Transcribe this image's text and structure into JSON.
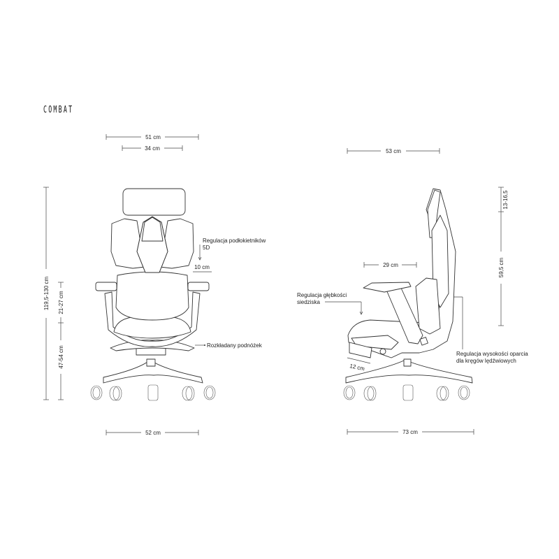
{
  "title": "COMBAT",
  "front_view": {
    "width_total": "51 cm",
    "width_back": "34 cm",
    "height_total": "119,5-130 cm",
    "armrest_height": "21-27 cm",
    "seat_height": "47-54 cm",
    "armrest_label_line1": "Regulacja podłokietników",
    "armrest_label_line2": "5D",
    "armrest_adjust": "10 cm",
    "footrest_label": "Rozkładany podnóżek",
    "base_width": "52 cm"
  },
  "side_view": {
    "depth_top": "53 cm",
    "headrest_adjust": "13-16,5",
    "backrest_height": "59,5 cm",
    "armrest_depth": "29 cm",
    "seat_depth_label_line1": "Regulacja głębkości",
    "seat_depth_label_line2": "siedziska",
    "lumbar_label_line1": "Regulacja wysokości oparcia",
    "lumbar_label_line2": "dla kręgów lędźwiowych",
    "footrest_extension": "12 cm",
    "base_depth": "73 cm"
  }
}
